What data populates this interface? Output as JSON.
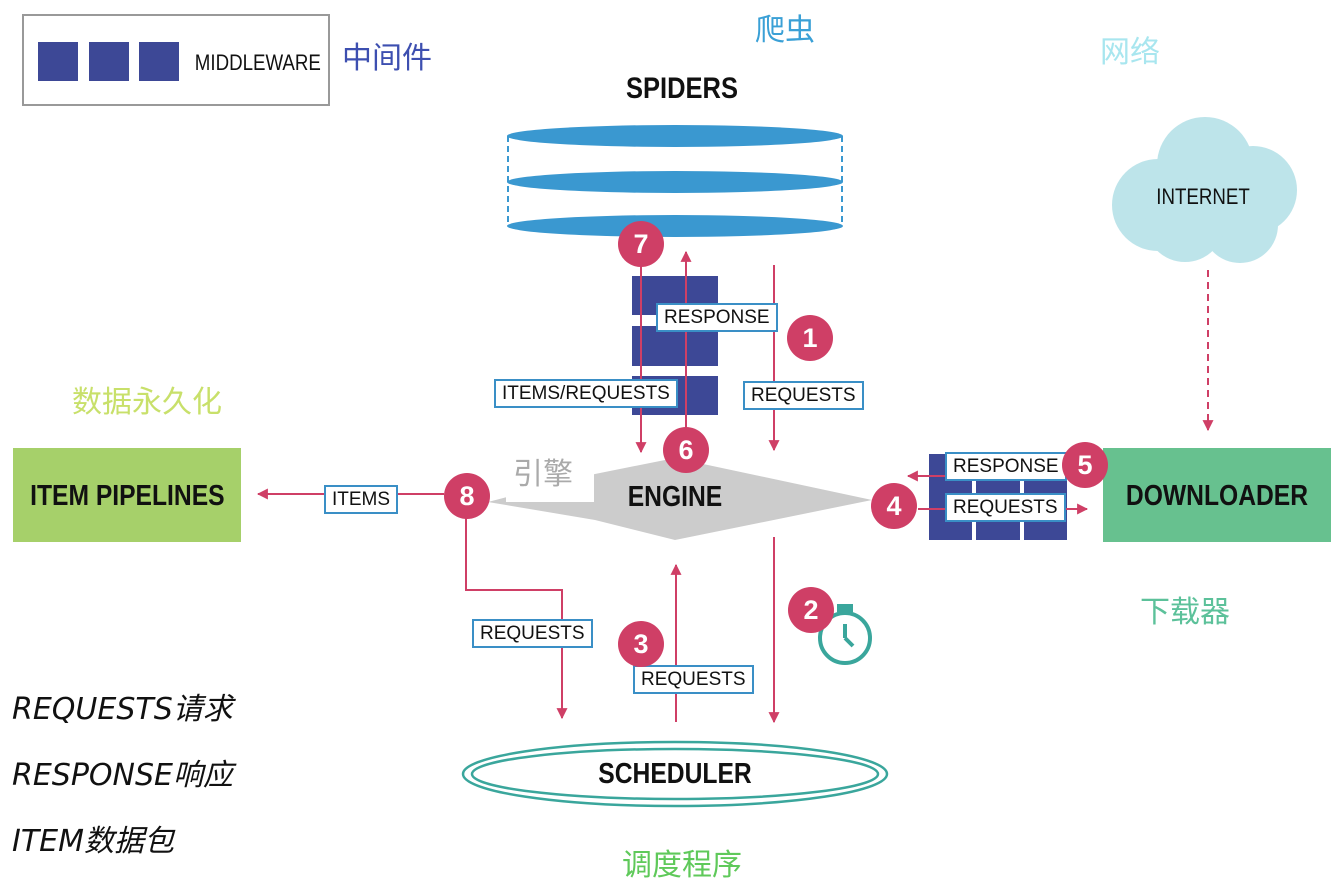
{
  "legend_box": {
    "label": "MIDDLEWARE",
    "caption": "中间件"
  },
  "spiders": {
    "title": "SPIDERS",
    "caption": "爬虫"
  },
  "internet": {
    "label": "INTERNET",
    "caption": "网络"
  },
  "engine": {
    "title": "ENGINE",
    "caption": "引擎"
  },
  "item_pipelines": {
    "title": "ITEM PIPELINES",
    "caption": "数据永久化"
  },
  "downloader": {
    "title": "DOWNLOADER",
    "caption": "下载器"
  },
  "scheduler": {
    "title": "SCHEDULER",
    "caption": "调度程序"
  },
  "flow_labels": {
    "response_spider": "RESPONSE",
    "items_requests": "ITEMS/REQUESTS",
    "requests_spider": "REQUESTS",
    "items": "ITEMS",
    "response_downloader": "RESPONSE",
    "requests_downloader": "REQUESTS",
    "requests_pipeline_to_scheduler": "REQUESTS",
    "requests_scheduler_to_engine": "REQUESTS"
  },
  "steps": [
    "1",
    "2",
    "3",
    "4",
    "5",
    "6",
    "7",
    "8"
  ],
  "notes": [
    "REQUESTS请求",
    "RESPONSE响应",
    "ITEM数据包"
  ],
  "colors": {
    "middleware": "#3d4896",
    "spider_blue": "#3a98d0",
    "arrow": "#cf3f66",
    "label_border": "#3a8fc6",
    "pipelines_bg": "#a6d06a",
    "downloader_bg": "#67c18f",
    "cloud": "#bde4ea",
    "scheduler_ring": "#3aa69c",
    "engine_gray": "#cccccc",
    "cn_middleware": "#3d4fb0",
    "cn_spider": "#3aa0d6",
    "cn_network": "#a8e6ef",
    "cn_pipeline": "#c8e06a",
    "cn_downloader": "#5cc19a",
    "cn_scheduler": "#5fc95a",
    "cn_engine": "#aaaaaa"
  },
  "icons": [
    "stopwatch-icon",
    "cloud-icon",
    "middleware-blocks-icon"
  ]
}
